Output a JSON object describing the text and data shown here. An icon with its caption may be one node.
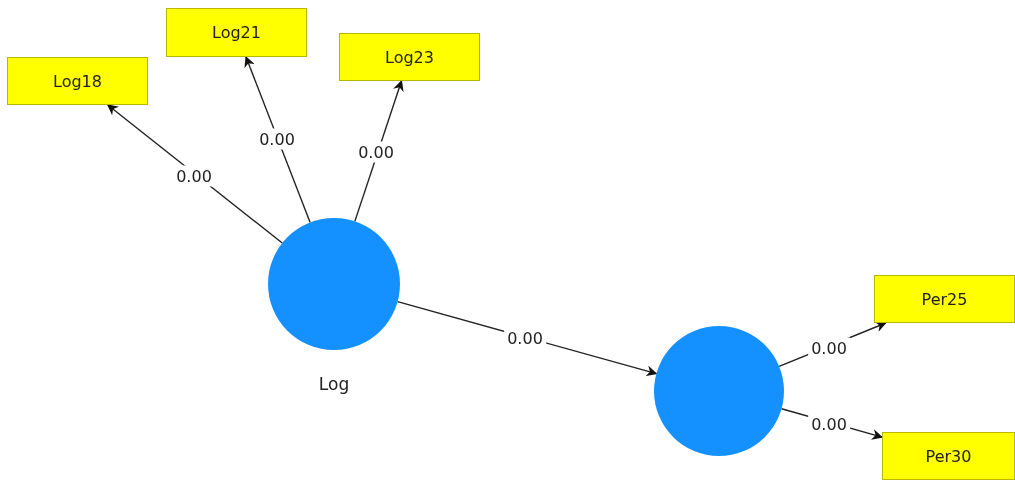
{
  "diagram": {
    "nodes": [
      {
        "text": [
          "Log"
        ]
      },
      {
        "text": [
          "Log18"
        ]
      },
      {
        "text": [
          "Log21"
        ]
      },
      {
        "text": [
          "Log23"
        ]
      },
      {
        "text": [],
        "shape": "circle"
      },
      {
        "text": [
          "Per25"
        ]
      },
      {
        "text": [
          "Per30"
        ]
      }
    ],
    "edges": [
      {
        "from": 0,
        "to": 1,
        "arrow": "to",
        "label": "0.00"
      },
      {
        "from": 0,
        "to": 2,
        "arrow": "to",
        "label": "0.00"
      },
      {
        "from": 0,
        "to": 3,
        "arrow": "to",
        "label": "0.00"
      },
      {
        "from": 0,
        "to": 4,
        "arrow": "to",
        "label": "0.00"
      },
      {
        "from": 4,
        "to": 5,
        "arrow": "to",
        "label": "0.00"
      },
      {
        "from": 4,
        "to": 6,
        "arrow": "to",
        "label": "0.00"
      }
    ]
  }
}
